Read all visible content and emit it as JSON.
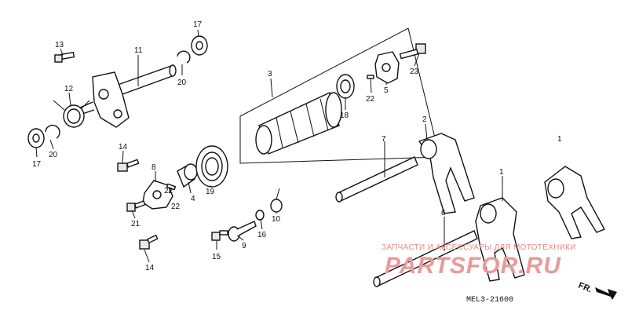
{
  "callouts": {
    "n1a": "1",
    "n1b": "1",
    "n2": "2",
    "n3": "3",
    "n4": "4",
    "n5": "5",
    "n6": "6",
    "n7": "7",
    "n8": "8",
    "n9": "9",
    "n10": "10",
    "n11": "11",
    "n12": "12",
    "n13": "13",
    "n14a": "14",
    "n14b": "14",
    "n15": "15",
    "n16": "16",
    "n17a": "17",
    "n17b": "17",
    "n18": "18",
    "n19": "19",
    "n20a": "20",
    "n20b": "20",
    "n21": "21",
    "n22a": "22",
    "n22b": "22",
    "n23": "23"
  },
  "watermark": {
    "line1": "ЗАПЧАСТИ И АКСЕССУАРЫ ДЛЯ МОТОТЕХНИКИ",
    "line2": "PARTSFOR.RU"
  },
  "diagram_code": "MEL3-21600",
  "direction_label": "FR.",
  "colors": {
    "line": "#111111",
    "watermark": "#e58a8a"
  }
}
